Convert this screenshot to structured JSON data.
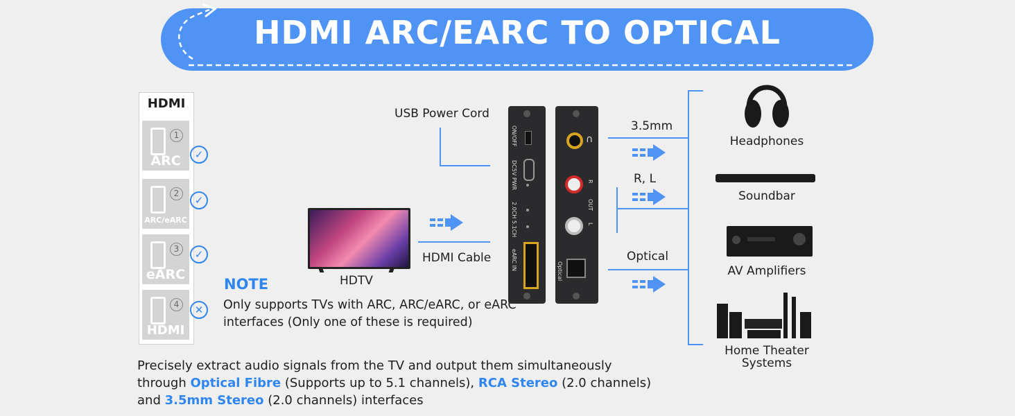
{
  "title": "HDMI ARC/EARC TO OPTICAL",
  "hdmi_panel": {
    "header": "HDMI",
    "ports": [
      {
        "number": "1",
        "name": "ARC",
        "supported": true
      },
      {
        "number": "2",
        "name": "ARC/eARC",
        "supported": true
      },
      {
        "number": "3",
        "name": "eARC",
        "supported": true
      },
      {
        "number": "4",
        "name": "HDMI",
        "supported": false
      }
    ]
  },
  "note": {
    "title": "NOTE",
    "text": "Only supports TVs with ARC, ARC/eARC, or eARC interfaces (Only one of these is required)"
  },
  "labels": {
    "usb_power": "USB Power Cord",
    "hdtv": "HDTV",
    "hdmi_cable": "HDMI Cable",
    "out_35mm": "3.5mm",
    "out_rl": "R,   L",
    "out_optical": "Optical"
  },
  "device": {
    "left_labels": [
      "ON/OFF",
      "DC5V  PWR",
      "2.0CH  5.1CH",
      "eARC IN"
    ],
    "right_labels": [
      "R",
      "OUT",
      "L",
      "Optical"
    ]
  },
  "outputs": [
    "Headphones",
    "Soundbar",
    "AV Amplifiers",
    "Home Theater Systems"
  ],
  "bottom": {
    "part1": "Precisely extract audio signals from the TV and output them simultaneously through ",
    "hl1": "Optical Fibre",
    "part2": " (Supports up to 5.1 channels), ",
    "hl2": "RCA Stereo",
    "part3": " (2.0 channels) and ",
    "hl3": "3.5mm Stereo",
    "part4": " (2.0 channels) interfaces"
  },
  "colors": {
    "accent": "#2f86ee",
    "banner": "#4f93f5"
  }
}
